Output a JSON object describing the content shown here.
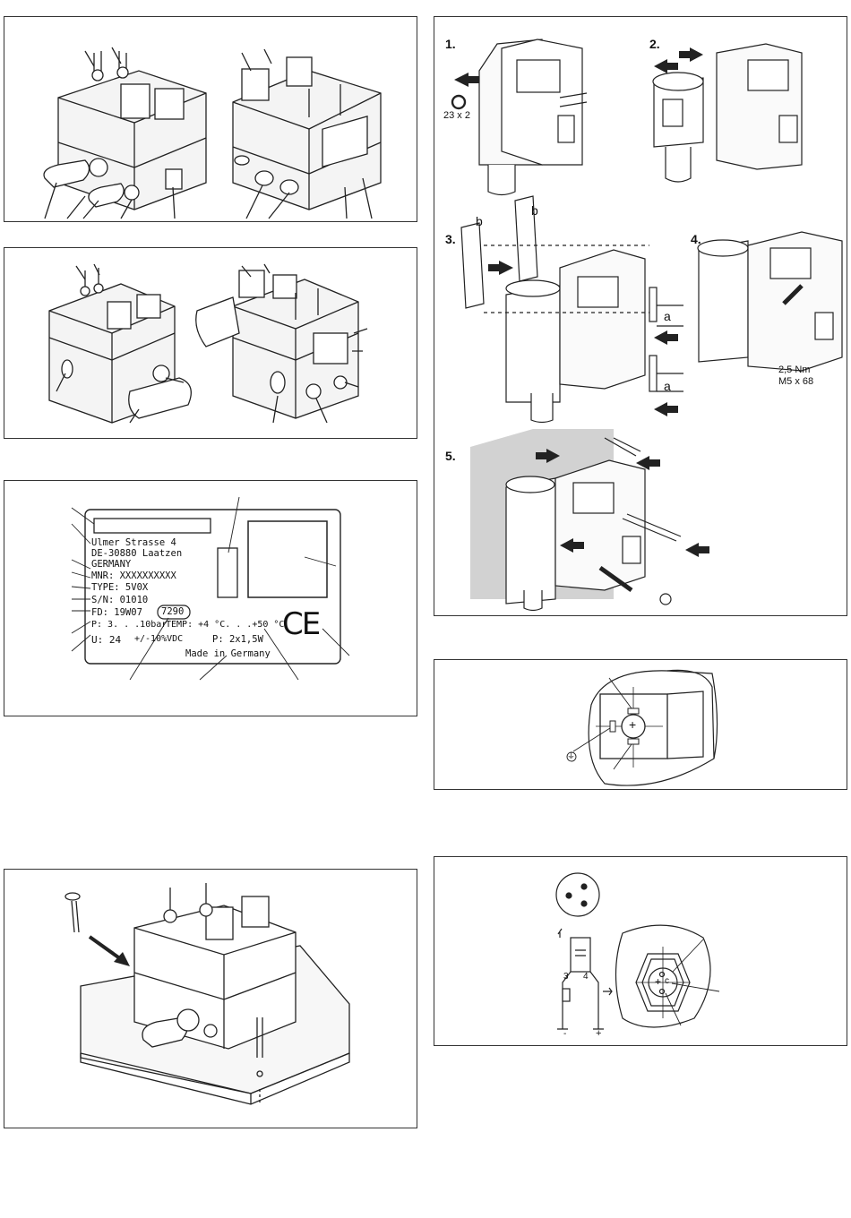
{
  "type_plate": {
    "blank_field": "",
    "line1": "Ulmer Strasse 4",
    "line2": "DE-30880 Laatzen",
    "line3": "GERMANY",
    "mnr": "MNR: XXXXXXXXXX",
    "type": "TYPE: 5V0X",
    "sn": "S/N: 01010",
    "fd": "FD: 19W07",
    "code": "7290",
    "pressure": "P: 3. . .10bar",
    "temp": "TEMP: +4 °C. . .+50 °C",
    "voltage_u": "U: 24",
    "voltage_rest": "+/-10%VDC",
    "power": "P: 2x1,5W",
    "made_in": "Made in Germany",
    "ce_mark": "CE"
  },
  "assembly_steps": {
    "step1": "1.",
    "step2": "2.",
    "step3": "3.",
    "step4": "4.",
    "step5": "5.",
    "oring_label": "23 x 2",
    "label_a1": "a",
    "label_a2": "a",
    "label_b1": "b",
    "label_b2": "b",
    "torque": "2,5 Nm",
    "screw_size": "M5 x 68"
  },
  "connector_top": {
    "plus": "+",
    "ground_symbol": "⏚"
  },
  "connector_bottom": {
    "pin3": "3",
    "pin4": "4",
    "minus": "-",
    "plus": "+",
    "center_plus": "+",
    "center_c": "c"
  }
}
